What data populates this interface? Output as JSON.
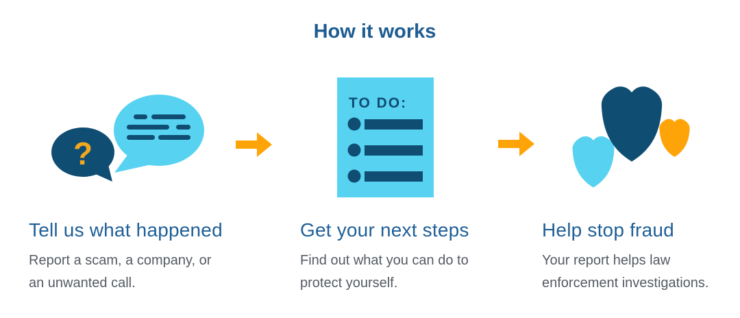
{
  "page": {
    "title": "How it works"
  },
  "colors": {
    "navy": "#0f4d73",
    "light_blue": "#58d2f1",
    "orange": "#ffa408",
    "question_orange": "#f2a71e",
    "heading_blue": "#1f5f97",
    "title_blue": "#1d5c91",
    "body_gray": "#545a63",
    "background": "#ffffff"
  },
  "icons": {
    "question_mark": "?",
    "speech_bubbles": "speech-bubbles-icon",
    "todo_list": "todo-list-icon",
    "shields": "shields-icon",
    "arrow": "right-arrow-icon"
  },
  "steps": [
    {
      "heading": "Tell us what happened",
      "body_lines": [
        "Report a scam, a company, or",
        "an unwanted call."
      ]
    },
    {
      "todo_label": "TO DO:",
      "heading": "Get your next steps",
      "body_lines": [
        "Find out what you can do to",
        "protect yourself."
      ]
    },
    {
      "heading": "Help stop fraud",
      "body_lines": [
        "Your report helps law",
        "enforcement investigations."
      ]
    }
  ]
}
